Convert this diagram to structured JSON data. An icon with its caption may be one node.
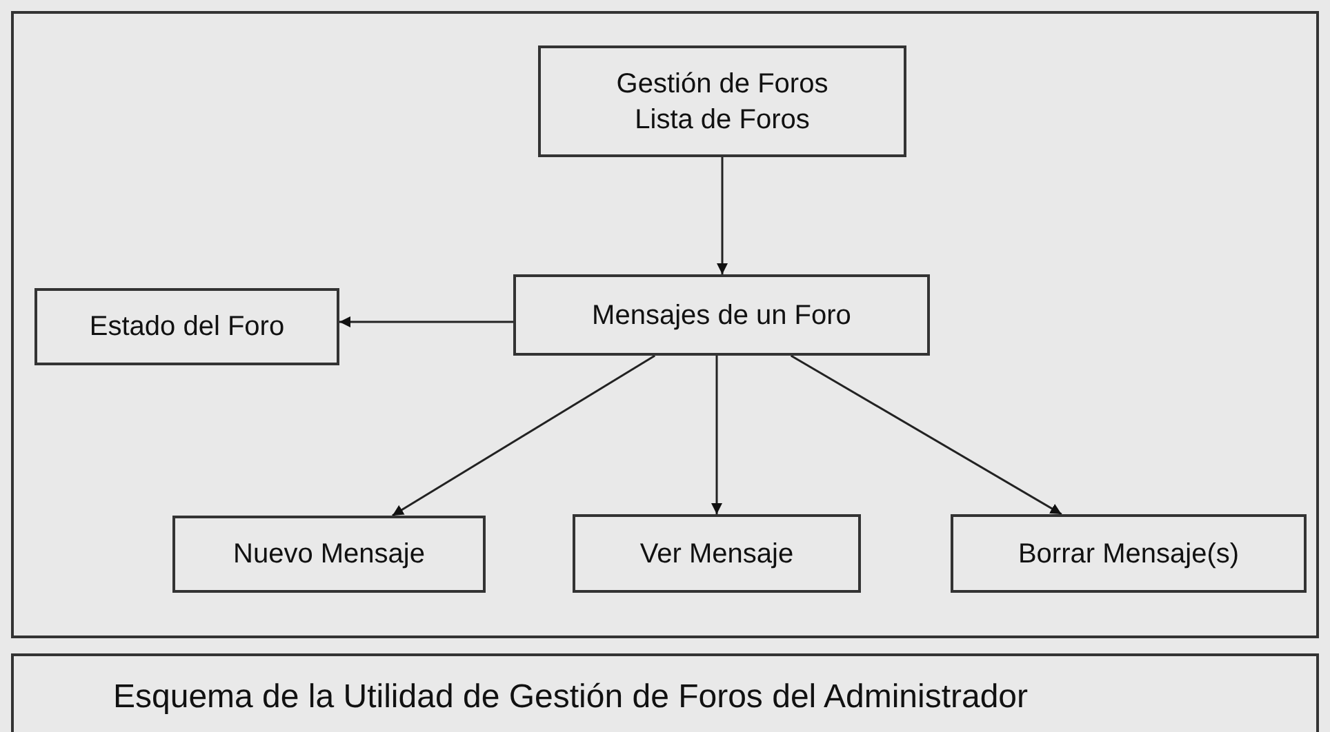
{
  "diagram": {
    "caption": "Esquema de la Utilidad de Gestión de Foros del Administrador",
    "nodes": [
      {
        "text": [
          "Gestión de Foros Lista de Foros"
        ]
      },
      {
        "text": [
          "Mensajes de un Foro"
        ]
      },
      {
        "text": [
          "Estado del Foro"
        ]
      },
      {
        "text": [
          "Nuevo Mensaje"
        ]
      },
      {
        "text": [
          "Ver Mensaje"
        ]
      },
      {
        "text": [
          "Borrar Mensaje(s)"
        ]
      }
    ],
    "edges": [
      {
        "from": 0,
        "to": 1,
        "arrow": "to"
      },
      {
        "from": 1,
        "to": 2,
        "arrow": "to"
      },
      {
        "from": 1,
        "to": 3,
        "arrow": "to"
      },
      {
        "from": 1,
        "to": 4,
        "arrow": "to"
      },
      {
        "from": 1,
        "to": 5,
        "arrow": "to"
      }
    ]
  }
}
